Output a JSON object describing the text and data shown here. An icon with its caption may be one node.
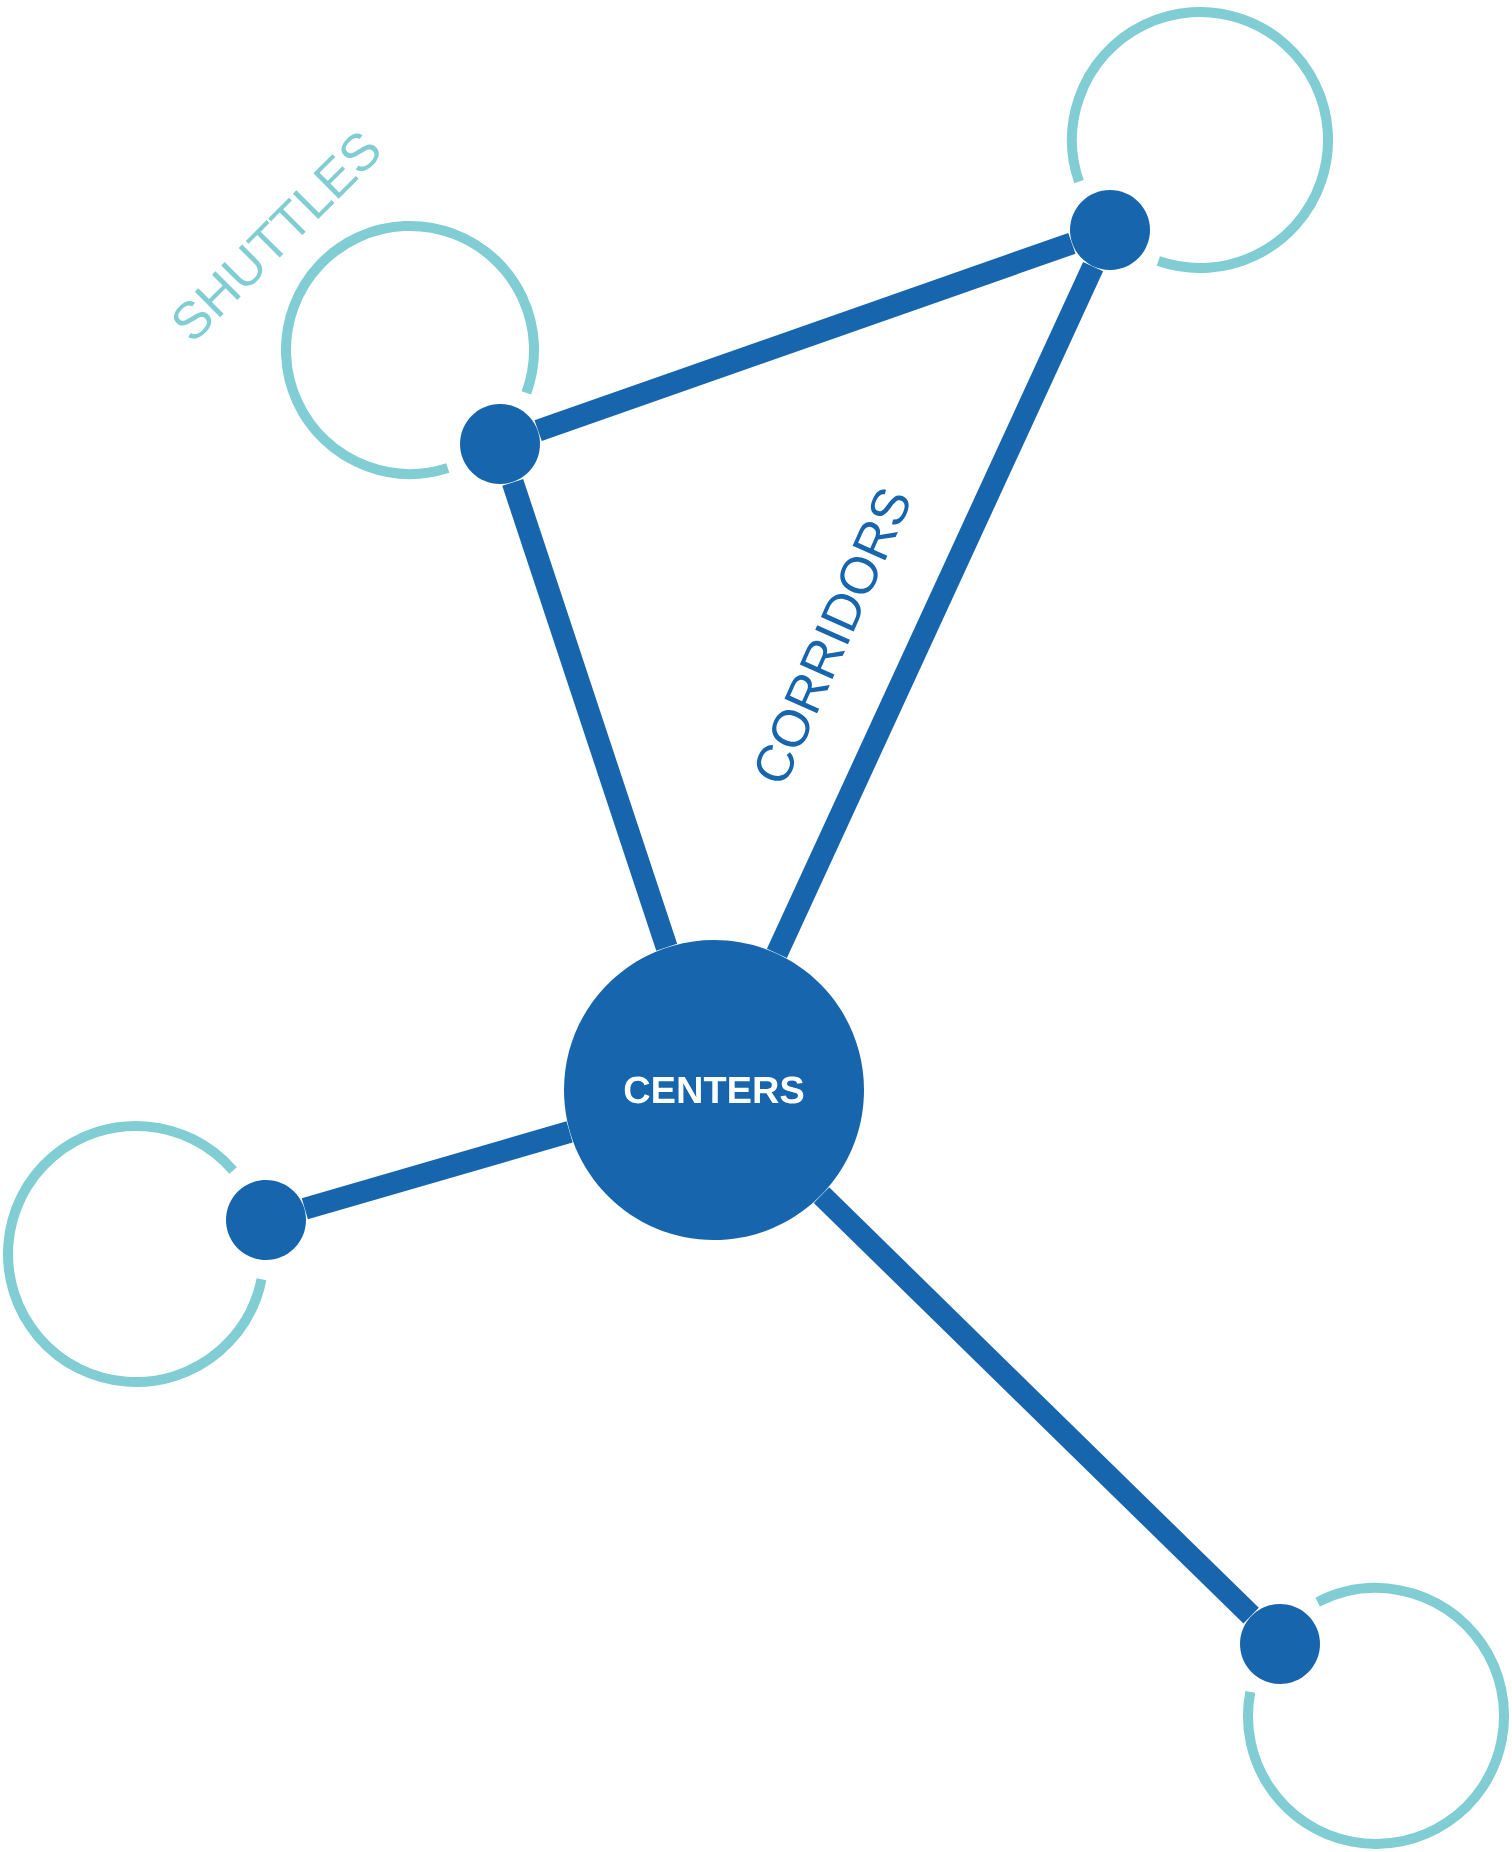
{
  "diagram": {
    "nodes": [
      {
        "text": [
          "CENTERS"
        ]
      },
      {
        "text": [],
        "shape": "circle"
      },
      {
        "text": [],
        "shape": "circle"
      },
      {
        "text": [],
        "shape": "circle"
      },
      {
        "text": [],
        "shape": "circle"
      }
    ],
    "edges": [
      {
        "from": 1,
        "to": 2,
        "arrow": "none"
      },
      {
        "from": 1,
        "to": 0,
        "arrow": "none"
      },
      {
        "from": 2,
        "to": 0,
        "arrow": "none",
        "label": "CORRIDORS"
      },
      {
        "from": 0,
        "to": 3,
        "arrow": "none"
      },
      {
        "from": 0,
        "to": 4,
        "arrow": "none"
      },
      {
        "from": 1,
        "to": 1,
        "arrow": "none",
        "color": "#80cdd3",
        "label": "SHUTTLES"
      },
      {
        "from": 2,
        "to": 2,
        "arrow": "none",
        "color": "#80cdd3"
      },
      {
        "from": 3,
        "to": 3,
        "arrow": "none",
        "color": "#80cdd3"
      },
      {
        "from": 4,
        "to": 4,
        "arrow": "none",
        "color": "#80cdd3"
      }
    ]
  }
}
